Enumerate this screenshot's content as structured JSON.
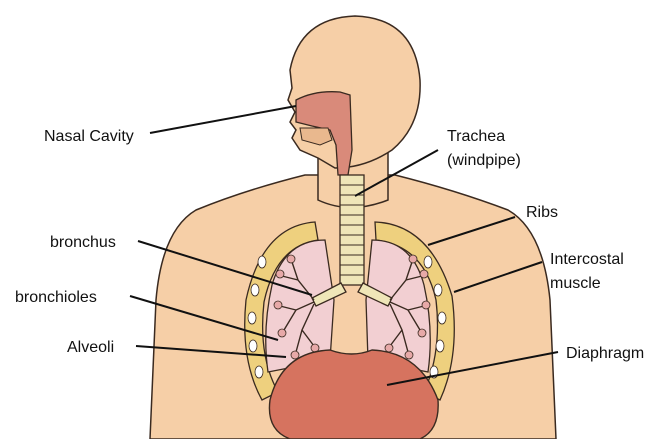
{
  "labels": {
    "nasal_cavity": "Nasal Cavity",
    "trachea_line1": "Trachea",
    "trachea_line2": "(windpipe)",
    "ribs": "Ribs",
    "bronchus": "bronchus",
    "intercostal_line1": "Intercostal",
    "intercostal_line2": "muscle",
    "bronchioles": "bronchioles",
    "alveoli": "Alveoli",
    "diaphragm": "Diaphragm"
  },
  "colors": {
    "skin": "#f6cfa7",
    "skin_shadow": "#e9b88e",
    "outline": "#3a2a20",
    "lung": "#f2cfd2",
    "airway": "#d98a7a",
    "trachea": "#efe6b8",
    "rib": "#eed07e",
    "diaphragm": "#d6735f"
  }
}
